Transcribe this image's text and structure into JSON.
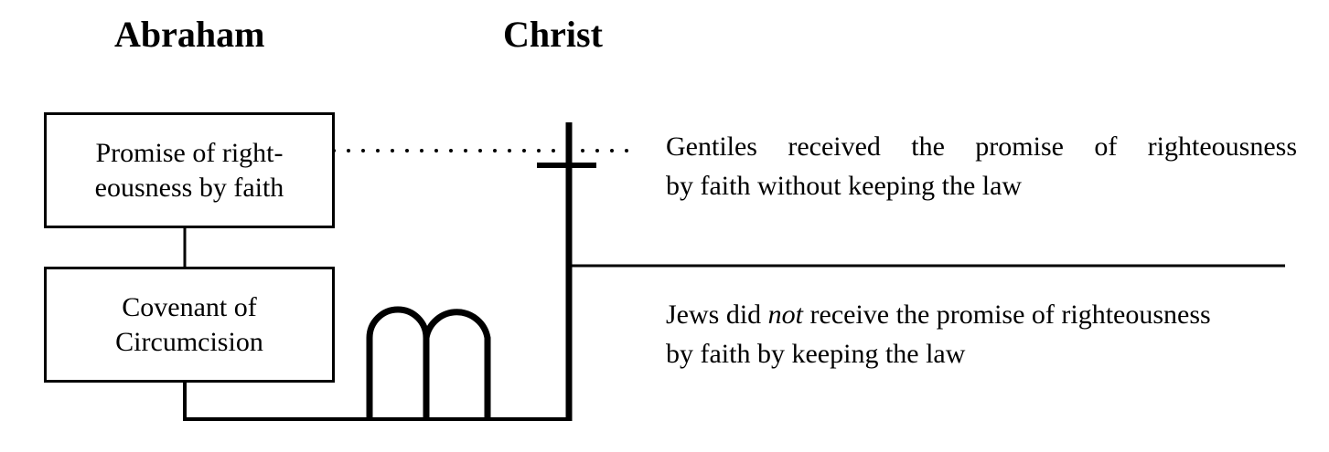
{
  "headers": {
    "abraham": "Abraham",
    "christ": "Christ"
  },
  "boxes": {
    "promise": "Promise of right-eousness by faith",
    "promise_line1": "Promise of right-",
    "promise_line2": "eousness by faith",
    "covenant_line1": "Covenant of",
    "covenant_line2": "Circumcision"
  },
  "outcomes": {
    "gentiles_line1": "Gentiles received the promise of righteousness",
    "gentiles_line2": "by faith without keeping the law",
    "jews_before": "Jews did ",
    "jews_emph": "not",
    "jews_after": " receive the promise of righteousness",
    "jews_line2": "by faith by keeping the law"
  }
}
